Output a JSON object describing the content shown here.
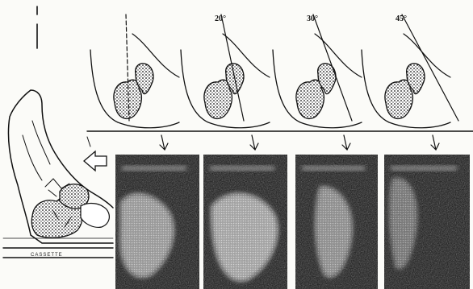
{
  "figure": {
    "angle_labels": [
      "",
      "20°",
      "30°",
      "45°"
    ],
    "cassette_label": "CASSETTE",
    "colors": {
      "ink": "#111111",
      "paper": "#fbfbf8",
      "film_dark": "#0d0d0d",
      "bone_light": "#e8e8e8"
    }
  }
}
